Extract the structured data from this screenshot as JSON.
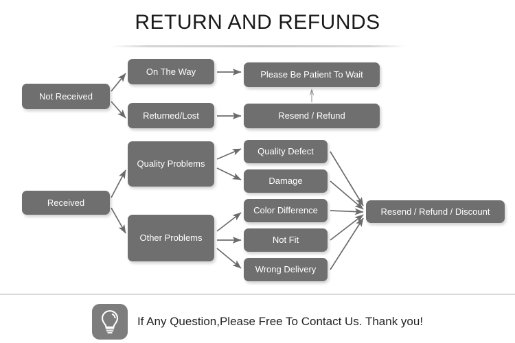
{
  "header": {
    "title": "RETURN AND REFUNDS"
  },
  "flow": {
    "nodes": {
      "not_received": "Not Received",
      "on_the_way": "On The Way",
      "returned_lost": "Returned/Lost",
      "please_wait": "Please Be Patient To Wait",
      "resend_refund": "Resend / Refund",
      "received": "Received",
      "quality_problems": "Quality Problems",
      "other_problems": "Other Problems",
      "quality_defect": "Quality Defect",
      "damage": "Damage",
      "color_difference": "Color Difference",
      "not_fit": "Not Fit",
      "wrong_delivery": "Wrong Delivery",
      "final_outcome": "Resend / Refund / Discount"
    }
  },
  "footer": {
    "icon": "lightbulb-icon",
    "text": "If Any Question,Please Free To Contact Us. Thank you!"
  },
  "colors": {
    "node_fill": "#6f6f6f",
    "node_text": "#ffffff",
    "arrow": "#6b6b6b",
    "title_text": "#1a1a1a",
    "divider": "#d9d9d9",
    "background": "#ffffff"
  }
}
